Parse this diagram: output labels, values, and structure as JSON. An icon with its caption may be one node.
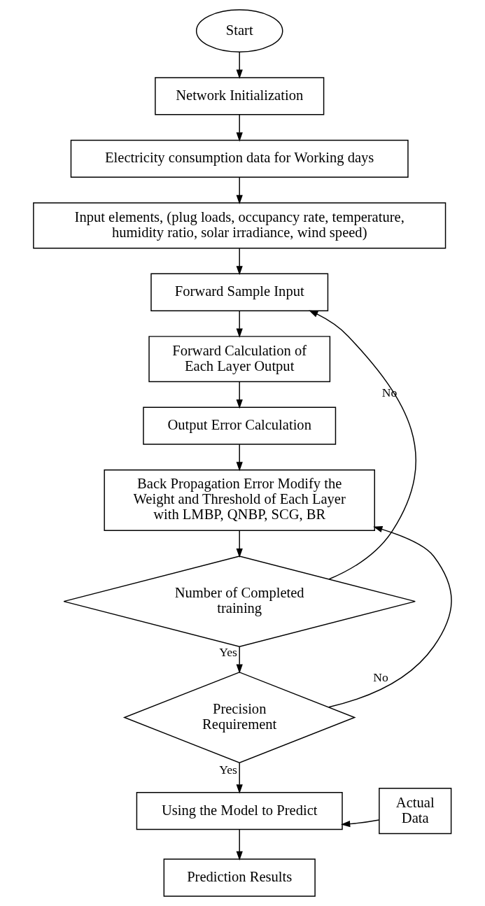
{
  "diagram": {
    "nodes": [
      {
        "text": [
          "Start"
        ]
      },
      {
        "text": [
          "Network Initialization"
        ]
      },
      {
        "text": [
          "Electricity consumption data for Working days"
        ]
      },
      {
        "text": [
          "Input elements, (plug loads, occupancy rate, temperature, humidity ratio, solar irradiance, wind speed)"
        ]
      },
      {
        "text": [
          "Forward Sample Input"
        ]
      },
      {
        "text": [
          "Forward Calculation of Each Layer Output"
        ]
      },
      {
        "text": [
          "Output Error Calculation"
        ]
      },
      {
        "text": [
          "Back Propagation Error Modify the Weight and Threshold of Each Layer with LMBP, QNBP, SCG, BR"
        ]
      },
      {
        "text": [
          "Number of Completed training"
        ]
      },
      {
        "text": [
          "Precision Requirement"
        ]
      },
      {
        "text": [
          "Using the Model to Predict"
        ]
      },
      {
        "text": [
          "Actual Data"
        ]
      },
      {
        "text": [
          "Prediction Results"
        ]
      }
    ],
    "edges": [
      {
        "from": 0,
        "to": 1,
        "arrow": "to"
      },
      {
        "from": 1,
        "to": 2,
        "arrow": "to"
      },
      {
        "from": 2,
        "to": 3,
        "arrow": "to"
      },
      {
        "from": 3,
        "to": 4,
        "arrow": "to"
      },
      {
        "from": 4,
        "to": 5,
        "arrow": "to"
      },
      {
        "from": 5,
        "to": 6,
        "arrow": "to"
      },
      {
        "from": 6,
        "to": 7,
        "arrow": "to"
      },
      {
        "from": 7,
        "to": 8,
        "arrow": "to"
      },
      {
        "from": 8,
        "to": 4,
        "arrow": "to",
        "label": "No"
      },
      {
        "from": 8,
        "to": 9,
        "arrow": "to",
        "label": "Yes"
      },
      {
        "from": 9,
        "to": 7,
        "arrow": "to",
        "label": "No"
      },
      {
        "from": 9,
        "to": 10,
        "arrow": "to",
        "label": "Yes"
      },
      {
        "from": 11,
        "to": 10,
        "arrow": "to"
      },
      {
        "from": 10,
        "to": 12,
        "arrow": "to"
      }
    ]
  }
}
